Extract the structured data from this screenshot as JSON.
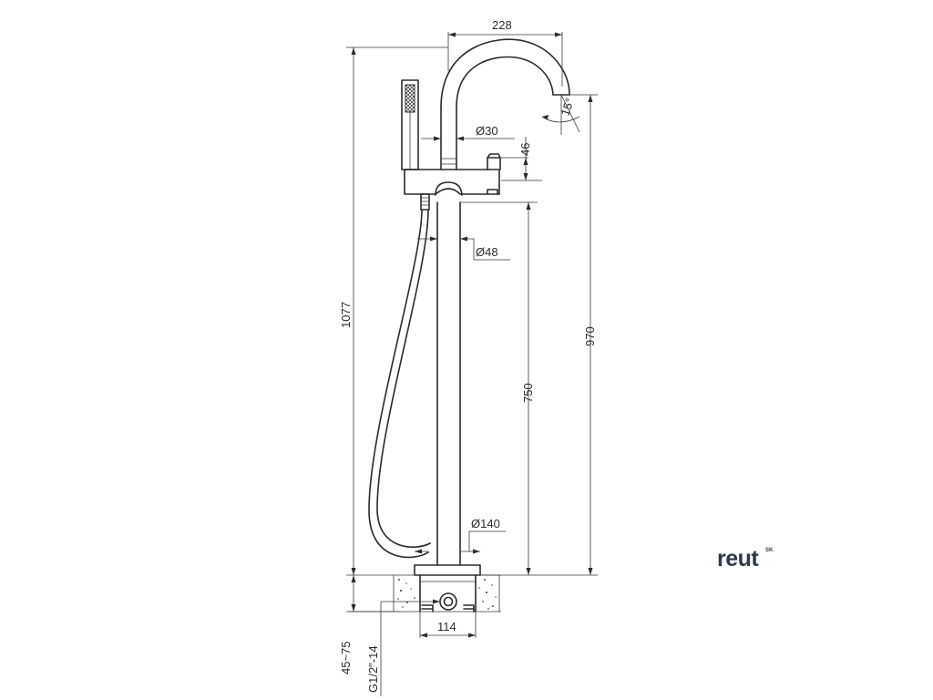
{
  "dimensions": {
    "spout_reach": "228",
    "total_height": "1077",
    "diameter_spout": "Ø30",
    "lever_height": "46",
    "diameter_column": "Ø48",
    "outlet_height": "970",
    "handshower_height": "750",
    "diameter_base": "Ø140",
    "base_width": "114",
    "install_depth": "45~75",
    "thread": "G1/2\"-14",
    "spout_angle": "15°"
  },
  "brand": {
    "name": "reut",
    "suffix": "SK"
  },
  "colors": {
    "line": "#2b2b2b",
    "brand": "#2d3a4a",
    "background": "#ffffff"
  }
}
